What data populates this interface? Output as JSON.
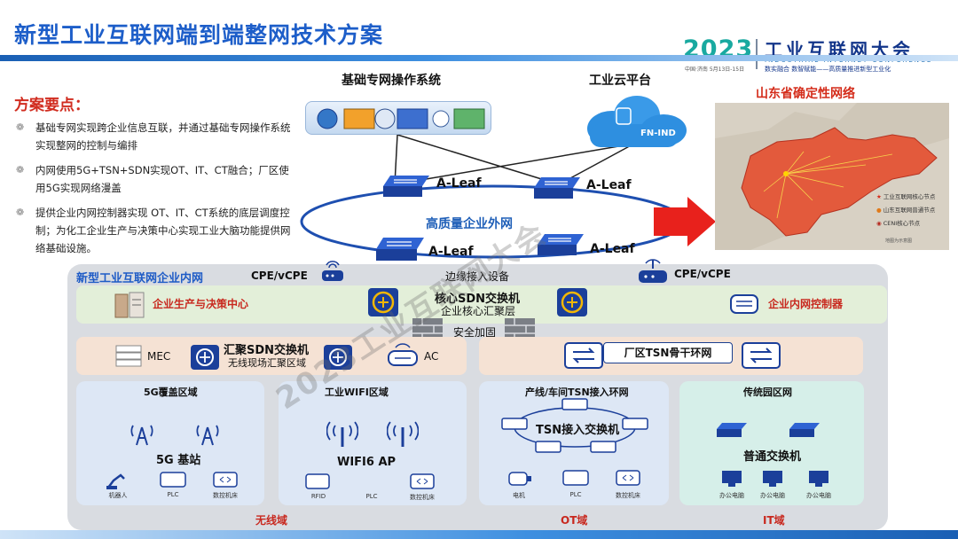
{
  "header": {
    "title": "新型工业互联网端到端整网技术方案",
    "conference_year": "2023",
    "conference_name": "工业互联网大会",
    "conference_name_en": "INDUSTRIAL INTERNET CONFERENCE",
    "conference_subtitle": "数实融合 数智赋能——高质量推进新型工业化",
    "conference_date": "中国·济南 5月13日-15日"
  },
  "points": {
    "title": "方案要点：",
    "items": [
      "基础专网实现跨企业信息互联，并通过基础专网操作系统实现整网的控制与编排",
      "内网使用5G+TSN+SDN实现OT、IT、CT融合；厂区使用5G实现网络漫盖",
      "提供企业内网控制器实现 OT、IT、CT系统的底层调度控制；为化工企业生产与决策中心实现工业大脑功能提供网络基础设施。"
    ]
  },
  "external": {
    "os_title": "基础专网操作系统",
    "cloud_title": "工业云平台",
    "cloud_node": "FN-IND",
    "leaf_labels": [
      "A-Leaf",
      "A-Leaf",
      "A-Leaf",
      "A-Leaf"
    ],
    "network_label": "高质量企业外网"
  },
  "map": {
    "title": "山东省确定性网络",
    "legend": [
      "工业互联网核心节点",
      "山东互联网普通节点",
      "CENI核心节点"
    ],
    "source": "地图为示意图"
  },
  "inner": {
    "title": "新型工业互联网企业内网",
    "cpe_left": "CPE/vCPE",
    "cpe_right": "CPE/vCPE",
    "edge_access": "边缘接入设备",
    "decision_center": "企业生产与决策中心",
    "core_switch": "核心SDN交换机",
    "core_sub": "企业核心汇聚层",
    "controller": "企业内网控制器",
    "security": "安全加固",
    "mec": "MEC",
    "agg_switch": "汇聚SDN交换机",
    "agg_sub": "无线现场汇聚区域",
    "ac": "AC",
    "tsn_ring": "厂区TSN骨干环网"
  },
  "zones": {
    "g5": {
      "title": "5G覆盖区域",
      "device": "5G 基站",
      "items": [
        "机器人",
        "PLC",
        "数控机床"
      ],
      "footer": "无线域"
    },
    "wifi": {
      "title": "工业WIFI区域",
      "device": "WIFI6 AP",
      "items": [
        "RFID",
        "PLC",
        "数控机床"
      ]
    },
    "ot": {
      "title": "产线/车间TSN接入环网",
      "device": "TSN接入交换机",
      "items": [
        "电机",
        "PLC",
        "数控机床"
      ],
      "footer": "OT域"
    },
    "it": {
      "title": "传统园区网",
      "device": "普通交换机",
      "items": [
        "办公电脑",
        "办公电脑",
        "办公电脑"
      ],
      "footer": "IT域"
    }
  },
  "watermark": "2023工业互联网大会",
  "colors": {
    "title_blue": "#1d5ec9",
    "accent_red": "#c8281e",
    "switch_blue": "#1b3f9a",
    "arrow_red": "#e8211c",
    "core_green": "#e3efd9",
    "agg_peach": "#f5e2d4",
    "zone_blue": "#dde7f5",
    "zone_teal": "#d6efe9"
  }
}
